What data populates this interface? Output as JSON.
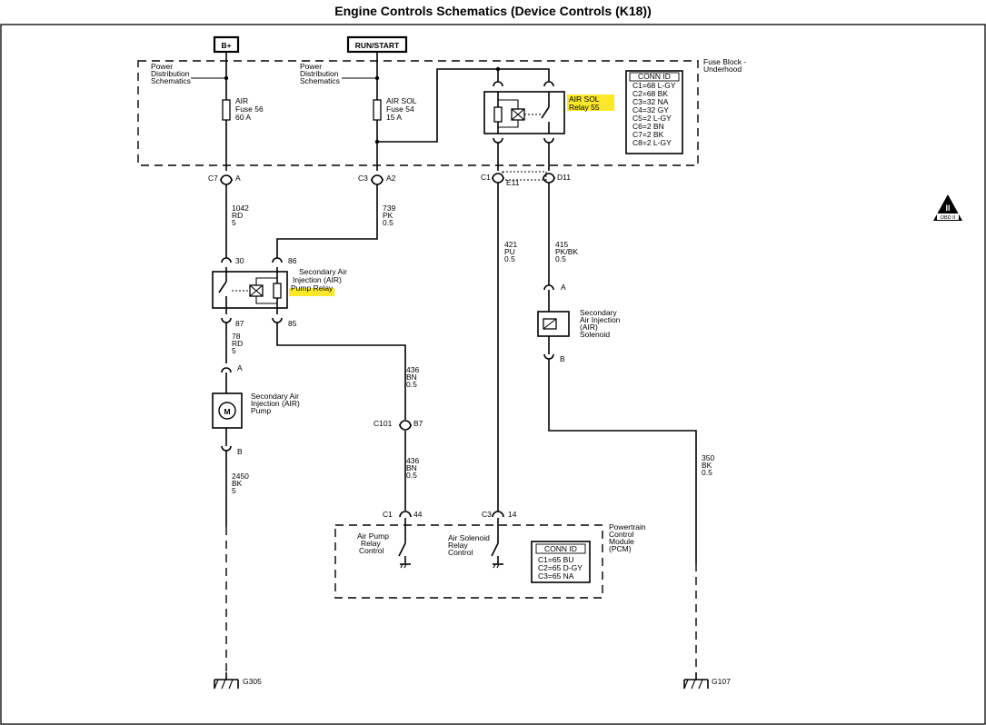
{
  "title": "Engine Controls Schematics (Device Controls (K18))",
  "highlight_color": "#fbe82c",
  "power": {
    "bplus": "B+",
    "run_start": "RUN/START"
  },
  "fuse_block": {
    "label": [
      "Fuse Block -",
      "Underhood"
    ],
    "pd_schematics_1": [
      "Power",
      "Distribution",
      "Schematics"
    ],
    "pd_schematics_2": [
      "Power",
      "Distribution",
      "Schematics"
    ],
    "fuse_air": [
      "AIR",
      "Fuse 56",
      "60 A"
    ],
    "fuse_airsol": [
      "AIR SOL",
      "Fuse 54",
      "15 A"
    ],
    "relay_label": [
      "AIR SOL",
      "Relay 55"
    ],
    "conn_id_title": "CONN ID",
    "conn_id_rows": [
      "C1=68 L-GY",
      "C2=68 BK",
      "C3=32 NA",
      "C4=32 GY",
      "C5=2 L-GY",
      "C6=2 BN",
      "C7=2 BK",
      "C8=2 L-GY"
    ]
  },
  "connectors": {
    "c7": "C7",
    "a1": "A",
    "c3": "C3",
    "a2": "A2",
    "c1": "C1",
    "e11": "E11",
    "d11": "D11",
    "c101": "C101",
    "b7": "B7",
    "pcm_c1": "C1",
    "p44": "44",
    "pcm_c3": "C3",
    "p14": "14"
  },
  "wires": {
    "w1042": [
      "1042",
      "RD",
      "5"
    ],
    "w739": [
      "739",
      "PK",
      "0.5"
    ],
    "w421": [
      "421",
      "PU",
      "0.5"
    ],
    "w415": [
      "415",
      "PK/BK",
      "0.5"
    ],
    "w78": [
      "78",
      "RD",
      "5"
    ],
    "w436a": [
      "436",
      "BN",
      "0.5"
    ],
    "w436b": [
      "436",
      "BN",
      "0.5"
    ],
    "w350": [
      "350",
      "BK",
      "0.5"
    ],
    "w2450": [
      "2450",
      "BK",
      "5"
    ]
  },
  "pump_relay": {
    "pins": {
      "p30": "30",
      "p86": "86",
      "p87": "87",
      "p85": "85"
    },
    "label_1": "Secondary Air",
    "label_2": "Injection (AIR)",
    "label_3": "Pump Relay"
  },
  "solenoid": {
    "pin_a": "A",
    "pin_b": "B",
    "label": [
      "Secondary",
      "Air Injection",
      "(AIR)",
      "Solenoid"
    ]
  },
  "pump": {
    "pin_a": "A",
    "pin_b": "B",
    "symbol": "M",
    "label": [
      "Secondary Air",
      "Injection (AIR)",
      "Pump"
    ]
  },
  "pcm": {
    "label": [
      "Powertrain",
      "Control",
      "Module",
      "(PCM)"
    ],
    "air_pump_ctrl": [
      "Air Pump",
      "Relay",
      "Control"
    ],
    "air_sol_ctrl": [
      "Air Solenoid",
      "Relay",
      "Control"
    ],
    "conn_id_title": "CONN ID",
    "conn_id_rows": [
      "C1=65 BU",
      "C2=65 D-GY",
      "C3=65 NA"
    ]
  },
  "grounds": {
    "g305": "G305",
    "g107": "G107"
  },
  "badge": {
    "numeral": "II",
    "text": "OBD II"
  }
}
